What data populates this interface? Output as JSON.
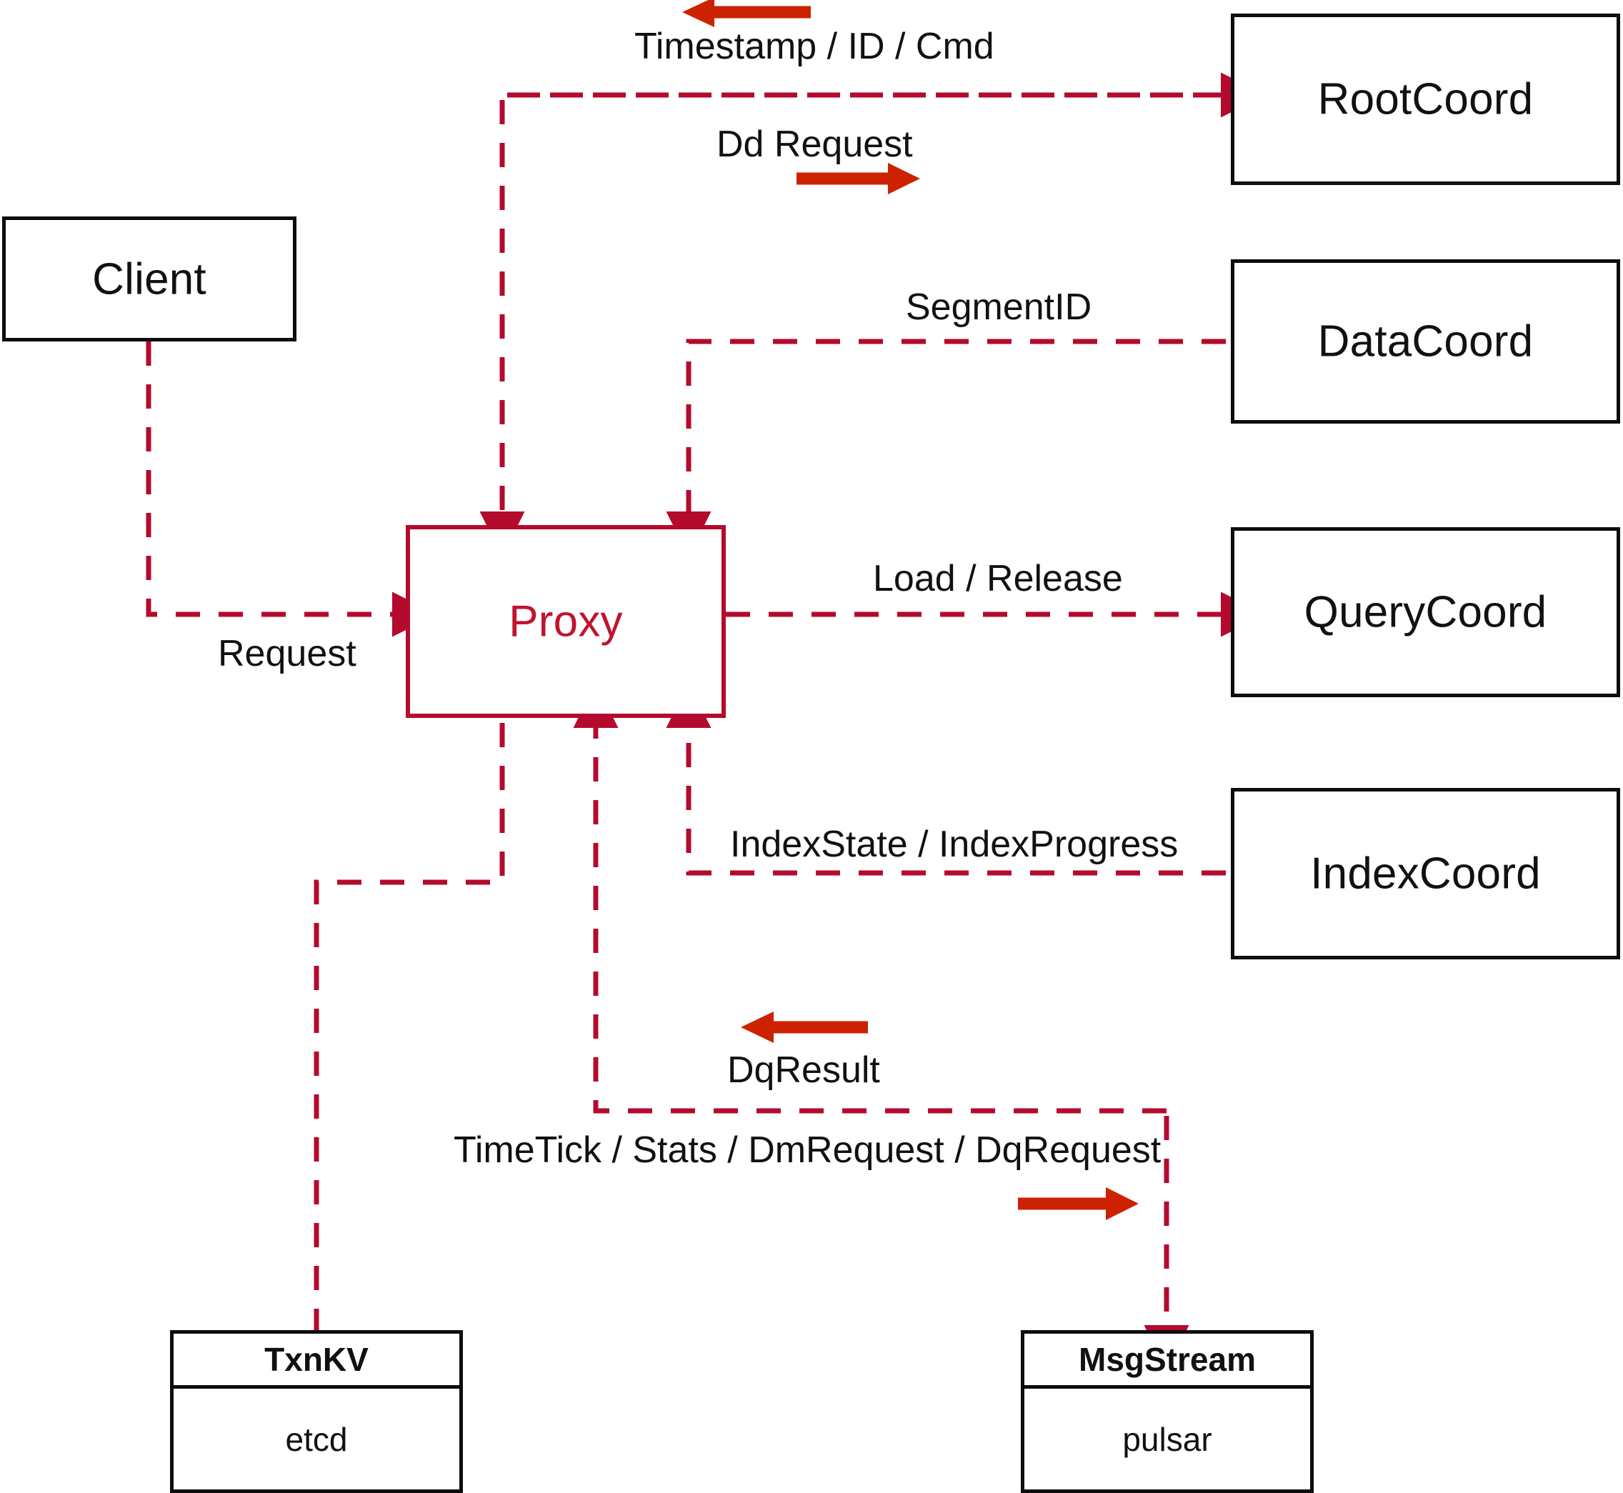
{
  "diagram": {
    "title": "Milvus Proxy interaction diagram",
    "accent_red": "#b40a2d",
    "arrow_orange_red": "#cc2200",
    "node_black": "#0d0d0d"
  },
  "nodes": {
    "client": {
      "label": "Client"
    },
    "proxy": {
      "label": "Proxy"
    },
    "root_coord": {
      "label": "RootCoord"
    },
    "data_coord": {
      "label": "DataCoord"
    },
    "query_coord": {
      "label": "QueryCoord"
    },
    "index_coord": {
      "label": "IndexCoord"
    },
    "txnkv": {
      "header": "TxnKV",
      "body": "etcd"
    },
    "msgstream": {
      "header": "MsgStream",
      "body": "pulsar"
    }
  },
  "edges": {
    "request": {
      "label": "Request"
    },
    "timestamp": {
      "label": "Timestamp / ID / Cmd"
    },
    "dd_request": {
      "label": "Dd Request"
    },
    "segment_id": {
      "label": "SegmentID"
    },
    "load_release": {
      "label": "Load / Release"
    },
    "index_state": {
      "label": "IndexState / IndexProgress"
    },
    "dq_result": {
      "label": "DqResult"
    },
    "timetick": {
      "label": "TimeTick / Stats / DmRequest / DqRequest"
    }
  }
}
